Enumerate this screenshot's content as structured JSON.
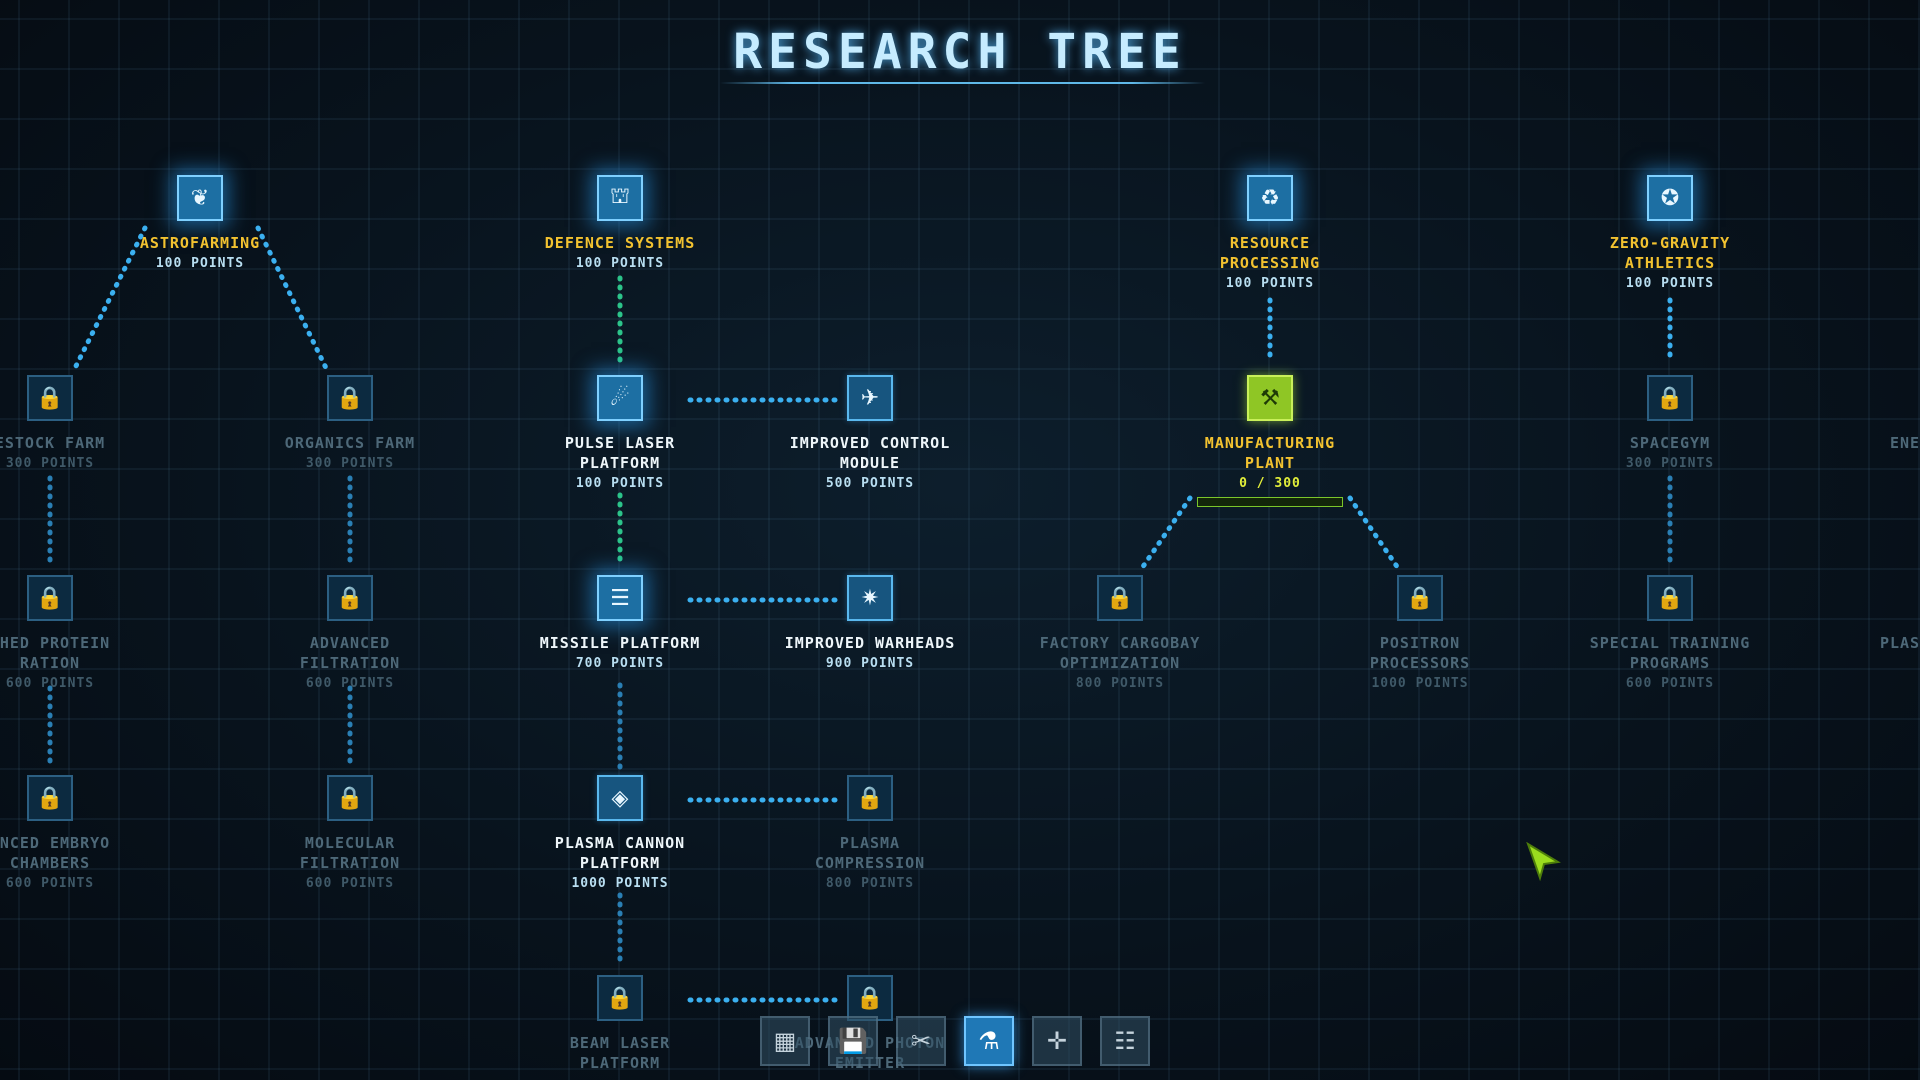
{
  "title": "RESEARCH TREE",
  "colors": {
    "accent": "#1d6fa3",
    "glow": "#2896e6",
    "unlocked_label": "#f2c230",
    "active_node": "#8fc625",
    "connector": "#3bb0f0"
  },
  "nodes": [
    {
      "id": "astrofarming",
      "lines": [
        "ASTROFARMING"
      ],
      "points": "100 POINTS",
      "state": "unlocked",
      "icon": "leaf-icon",
      "glyph": "❦"
    },
    {
      "id": "livestock-farm",
      "lines": [
        "ESTOCK FARM"
      ],
      "points": "300 POINTS",
      "state": "locked",
      "icon": "lock-icon",
      "glyph": "🔒"
    },
    {
      "id": "organics-farm",
      "lines": [
        "ORGANICS FARM"
      ],
      "points": "300 POINTS",
      "state": "locked",
      "icon": "lock-icon",
      "glyph": "🔒"
    },
    {
      "id": "enriched-protein-ration",
      "lines": [
        "CHED PROTEIN",
        "RATION"
      ],
      "points": "600 POINTS",
      "state": "locked",
      "icon": "lock-icon",
      "glyph": "🔒"
    },
    {
      "id": "advanced-filtration",
      "lines": [
        "ADVANCED",
        "FILTRATION"
      ],
      "points": "600 POINTS",
      "state": "locked",
      "icon": "lock-icon",
      "glyph": "🔒"
    },
    {
      "id": "advanced-embryo-chambers",
      "lines": [
        "ANCED EMBRYO",
        "CHAMBERS"
      ],
      "points": "600 POINTS",
      "state": "locked",
      "icon": "lock-icon",
      "glyph": "🔒"
    },
    {
      "id": "molecular-filtration",
      "lines": [
        "MOLECULAR",
        "FILTRATION"
      ],
      "points": "600 POINTS",
      "state": "locked",
      "icon": "lock-icon",
      "glyph": "🔒"
    },
    {
      "id": "defence-systems",
      "lines": [
        "DEFENCE SYSTEMS"
      ],
      "points": "100 POINTS",
      "state": "unlocked",
      "icon": "turret-icon",
      "glyph": "⛫"
    },
    {
      "id": "pulse-laser-platform",
      "lines": [
        "PULSE LASER",
        "PLATFORM"
      ],
      "points": "100 POINTS",
      "state": "unlocked-white",
      "icon": "pulse-laser-icon",
      "glyph": "☄"
    },
    {
      "id": "improved-control-module",
      "lines": [
        "IMPROVED CONTROL",
        "MODULE"
      ],
      "points": "500 POINTS",
      "state": "available",
      "icon": "satellite-icon",
      "glyph": "✈"
    },
    {
      "id": "missile-platform",
      "lines": [
        "MISSILE PLATFORM"
      ],
      "points": "700 POINTS",
      "state": "unlocked-white",
      "icon": "missile-icon",
      "glyph": "☰"
    },
    {
      "id": "improved-warheads",
      "lines": [
        "IMPROVED WARHEADS"
      ],
      "points": "900 POINTS",
      "state": "available",
      "icon": "warhead-icon",
      "glyph": "✷"
    },
    {
      "id": "plasma-cannon-platform",
      "lines": [
        "PLASMA CANNON",
        "PLATFORM"
      ],
      "points": "1000 POINTS",
      "state": "available",
      "icon": "plasma-icon",
      "glyph": "◈"
    },
    {
      "id": "plasma-compression",
      "lines": [
        "PLASMA",
        "COMPRESSION"
      ],
      "points": "800 POINTS",
      "state": "locked",
      "icon": "lock-icon",
      "glyph": "🔒"
    },
    {
      "id": "beam-laser-platform",
      "lines": [
        "BEAM LASER",
        "PLATFORM"
      ],
      "points": "",
      "state": "locked",
      "icon": "lock-icon",
      "glyph": "🔒"
    },
    {
      "id": "advanced-photon-emitter",
      "lines": [
        "ADVANCED PHOTON",
        "EMITTER"
      ],
      "points": "",
      "state": "locked",
      "icon": "lock-icon",
      "glyph": "🔒"
    },
    {
      "id": "resource-processing",
      "lines": [
        "RESOURCE",
        "PROCESSING"
      ],
      "points": "100 POINTS",
      "state": "unlocked",
      "icon": "recycle-icon",
      "glyph": "♻"
    },
    {
      "id": "manufacturing-plant",
      "lines": [
        "MANUFACTURING",
        "PLANT"
      ],
      "points": "0 / 300",
      "state": "active",
      "icon": "factory-icon",
      "glyph": "⚒",
      "progress": 0
    },
    {
      "id": "factory-cargobay-optimization",
      "lines": [
        "FACTORY CARGOBAY",
        "OPTIMIZATION"
      ],
      "points": "800 POINTS",
      "state": "locked",
      "icon": "lock-icon",
      "glyph": "🔒"
    },
    {
      "id": "positron-processors",
      "lines": [
        "POSITRON",
        "PROCESSORS"
      ],
      "points": "1000 POINTS",
      "state": "locked",
      "icon": "lock-icon",
      "glyph": "🔒"
    },
    {
      "id": "zero-gravity-athletics",
      "lines": [
        "ZERO-GRAVITY",
        "ATHLETICS"
      ],
      "points": "100 POINTS",
      "state": "unlocked",
      "icon": "vitruvian-icon",
      "glyph": "✪"
    },
    {
      "id": "spacegym",
      "lines": [
        "SPACEGYM"
      ],
      "points": "300 POINTS",
      "state": "locked",
      "icon": "lock-icon",
      "glyph": "🔒"
    },
    {
      "id": "special-training-programs",
      "lines": [
        "SPECIAL TRAINING",
        "PROGRAMS"
      ],
      "points": "600 POINTS",
      "state": "locked",
      "icon": "lock-icon",
      "glyph": "🔒"
    },
    {
      "id": "energy-partial",
      "lines": [
        "ENE"
      ],
      "points": "",
      "state": "locked-partial",
      "icon": "",
      "glyph": ""
    },
    {
      "id": "plasma-partial",
      "lines": [
        "PLAS"
      ],
      "points": "",
      "state": "locked-partial",
      "icon": "",
      "glyph": ""
    }
  ],
  "toolbar": [
    {
      "id": "grid",
      "icon": "grid-icon",
      "glyph": "▦",
      "active": false
    },
    {
      "id": "save",
      "icon": "save-icon",
      "glyph": "💾",
      "active": false
    },
    {
      "id": "tools",
      "icon": "tools-icon",
      "glyph": "✂",
      "active": false
    },
    {
      "id": "research",
      "icon": "flask-icon",
      "glyph": "⚗",
      "active": true
    },
    {
      "id": "navigation",
      "icon": "crosshair-icon",
      "glyph": "✛",
      "active": false
    },
    {
      "id": "hierarchy",
      "icon": "hierarchy-icon",
      "glyph": "☷",
      "active": false
    }
  ]
}
